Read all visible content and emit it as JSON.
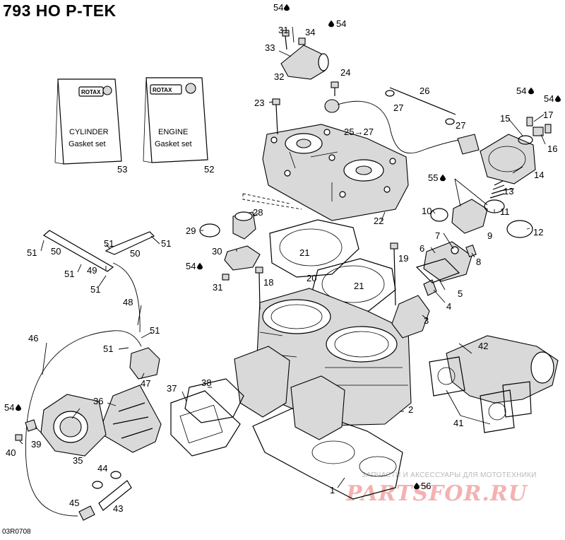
{
  "title": "793 HO P-TEK",
  "reference_code": "03R0708",
  "watermark": {
    "tagline": "ЗАПЧАСТИ И АКСЕССУАРЫ ДЛЯ МОТОТЕХНИКИ",
    "logo": "PARTSFOR.RU"
  },
  "gasket_sets": [
    {
      "brand": "ROTAX",
      "line1": "CYLINDER",
      "line2": "Gasket set",
      "number": "53"
    },
    {
      "brand": "ROTAX",
      "line1": "ENGINE",
      "line2": "Gasket set",
      "number": "52"
    }
  ],
  "callouts": [
    {
      "text": "1"
    },
    {
      "text": "2"
    },
    {
      "text": "3"
    },
    {
      "text": "4"
    },
    {
      "text": "5"
    },
    {
      "text": "6"
    },
    {
      "text": "7"
    },
    {
      "text": "8"
    },
    {
      "text": "9"
    },
    {
      "text": "10"
    },
    {
      "text": "11"
    },
    {
      "text": "12"
    },
    {
      "text": "13"
    },
    {
      "text": "14"
    },
    {
      "text": "15"
    },
    {
      "text": "16"
    },
    {
      "text": "17"
    },
    {
      "text": "18"
    },
    {
      "text": "19"
    },
    {
      "text": "20"
    },
    {
      "text": "21"
    },
    {
      "text": "21"
    },
    {
      "text": "22"
    },
    {
      "text": "23"
    },
    {
      "text": "24"
    },
    {
      "text": "25→27"
    },
    {
      "text": "26"
    },
    {
      "text": "27"
    },
    {
      "text": "27"
    },
    {
      "text": "28"
    },
    {
      "text": "29"
    },
    {
      "text": "30"
    },
    {
      "text": "31"
    },
    {
      "text": "31"
    },
    {
      "text": "32"
    },
    {
      "text": "33"
    },
    {
      "text": "34"
    },
    {
      "text": "35"
    },
    {
      "text": "36"
    },
    {
      "text": "37"
    },
    {
      "text": "38"
    },
    {
      "text": "39"
    },
    {
      "text": "40"
    },
    {
      "text": "41"
    },
    {
      "text": "42"
    },
    {
      "text": "43"
    },
    {
      "text": "44"
    },
    {
      "text": "45"
    },
    {
      "text": "46"
    },
    {
      "text": "47"
    },
    {
      "text": "48"
    },
    {
      "text": "49"
    },
    {
      "text": "50"
    },
    {
      "text": "50"
    },
    {
      "text": "51"
    },
    {
      "text": "51"
    },
    {
      "text": "51"
    },
    {
      "text": "51"
    },
    {
      "text": "51"
    },
    {
      "text": "51"
    },
    {
      "text": "51"
    },
    {
      "text": "54"
    },
    {
      "text": "54"
    },
    {
      "text": "54"
    },
    {
      "text": "54"
    },
    {
      "text": "54"
    },
    {
      "text": "54"
    },
    {
      "text": "55"
    },
    {
      "text": "56"
    }
  ],
  "colors": {
    "line": "#000000",
    "part_fill": "#d9d9d9",
    "watermark_logo": "#f3b2b2",
    "watermark_text": "#b9b9b9"
  },
  "icons": [
    "drop-icon"
  ]
}
